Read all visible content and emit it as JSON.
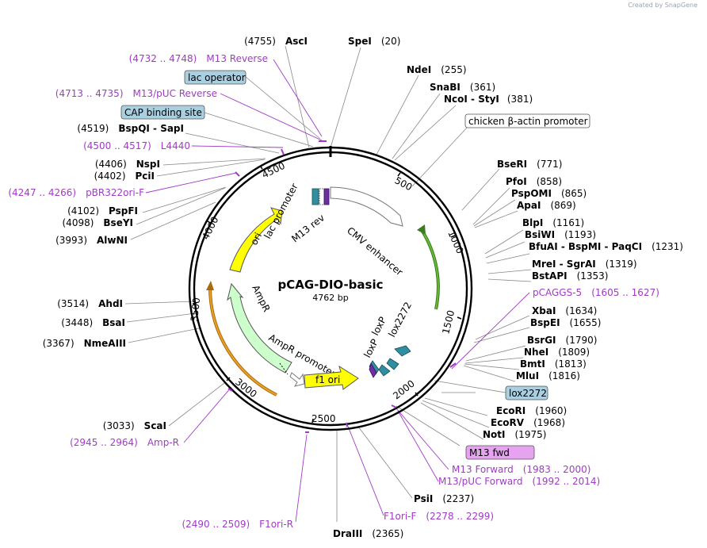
{
  "watermark": "Created by SnapGene",
  "plasmid": {
    "name": "pCAG-DIO-basic",
    "size": "4762 bp"
  },
  "ticks": [
    "500",
    "1000",
    "1500",
    "2000",
    "2500",
    "3000",
    "3500",
    "4000",
    "4500"
  ],
  "sites_right": [
    {
      "name": "SpeI",
      "pos": "(20)"
    },
    {
      "name": "NdeI",
      "pos": "(255)"
    },
    {
      "name": "SnaBI",
      "pos": "(361)"
    },
    {
      "name": "NcoI  -  StyI",
      "pos": "(381)"
    },
    {
      "name": "BseRI",
      "pos": "(771)"
    },
    {
      "name": "PfoI",
      "pos": "(858)"
    },
    {
      "name": "PspOMI",
      "pos": "(865)"
    },
    {
      "name": "ApaI",
      "pos": "(869)"
    },
    {
      "name": "BlpI",
      "pos": "(1161)"
    },
    {
      "name": "BsiWI",
      "pos": "(1193)"
    },
    {
      "name": "BfuAI  -  BspMI  -  PaqCI",
      "pos": "(1231)"
    },
    {
      "name": "MreI  -  SgrAI",
      "pos": "(1319)"
    },
    {
      "name": "BstAPI",
      "pos": "(1353)"
    },
    {
      "name": "XbaI",
      "pos": "(1634)"
    },
    {
      "name": "BspEI",
      "pos": "(1655)"
    },
    {
      "name": "BsrGI",
      "pos": "(1790)"
    },
    {
      "name": "NheI",
      "pos": "(1809)"
    },
    {
      "name": "BmtI",
      "pos": "(1813)"
    },
    {
      "name": "MluI",
      "pos": "(1816)"
    },
    {
      "name": "EcoRI",
      "pos": "(1960)"
    },
    {
      "name": "EcoRV",
      "pos": "(1968)"
    },
    {
      "name": "NotI",
      "pos": "(1975)"
    },
    {
      "name": "PsiI",
      "pos": "(2237)"
    },
    {
      "name": "DraIII",
      "pos": "(2365)"
    }
  ],
  "sites_left": [
    {
      "name": "AscI",
      "pos": "(4755)"
    },
    {
      "name": "BspQI  -  SapI",
      "pos": "(4519)"
    },
    {
      "name": "NspI",
      "pos": "(4406)"
    },
    {
      "name": "PciI",
      "pos": "(4402)"
    },
    {
      "name": "PspFI",
      "pos": "(4102)"
    },
    {
      "name": "BseYI",
      "pos": "(4098)"
    },
    {
      "name": "AlwNI",
      "pos": "(3993)"
    },
    {
      "name": "AhdI",
      "pos": "(3514)"
    },
    {
      "name": "BsaI",
      "pos": "(3448)"
    },
    {
      "name": "NmeAIII",
      "pos": "(3367)"
    },
    {
      "name": "ScaI",
      "pos": "(3033)"
    }
  ],
  "primers": [
    {
      "name": "M13 Reverse",
      "range": "(4732 .. 4748)"
    },
    {
      "name": "M13/pUC Reverse",
      "range": "(4713 .. 4735)"
    },
    {
      "name": "L4440",
      "range": "(4500 .. 4517)"
    },
    {
      "name": "pBR322ori-F",
      "range": "(4247 .. 4266)"
    },
    {
      "name": "pCAGGS-5",
      "range": "(1605 .. 1627)"
    },
    {
      "name": "M13 Forward",
      "range": "(1983 .. 2000)"
    },
    {
      "name": "M13/pUC Forward",
      "range": "(1992 .. 2014)"
    },
    {
      "name": "F1ori-F",
      "range": "(2278 .. 2299)"
    },
    {
      "name": "F1ori-R",
      "range": "(2490 .. 2509)"
    },
    {
      "name": "Amp-R",
      "range": "(2945 .. 2964)"
    }
  ],
  "boxed_labels": [
    {
      "text": "lac operator",
      "fill": "#a9cfe0"
    },
    {
      "text": "CAP binding site",
      "fill": "#a9cfe0"
    },
    {
      "text": "chicken β-actin promoter",
      "fill": "#ffffff"
    },
    {
      "text": "lox2272",
      "fill": "#a9cfe0"
    },
    {
      "text": "M13 fwd",
      "fill": "#e6a4f0"
    }
  ],
  "features": {
    "cmv": "CMV enhancer",
    "lac": "lac promoter",
    "m13rev": "M13 rev",
    "ori": "ori",
    "ampr": "AmpR",
    "amprprom": "AmpR promoter",
    "f1": "f1 ori",
    "loxp1": "loxP",
    "loxp2": "loxP",
    "lox2272": "lox2272"
  },
  "colors": {
    "primer": "#a23ac7",
    "ori": "#ffff00",
    "ampr": "#ccffcc",
    "cre_green": "#66bb33",
    "amp_orange": "#f0a020",
    "lox_teal": "#2f8fa0"
  }
}
